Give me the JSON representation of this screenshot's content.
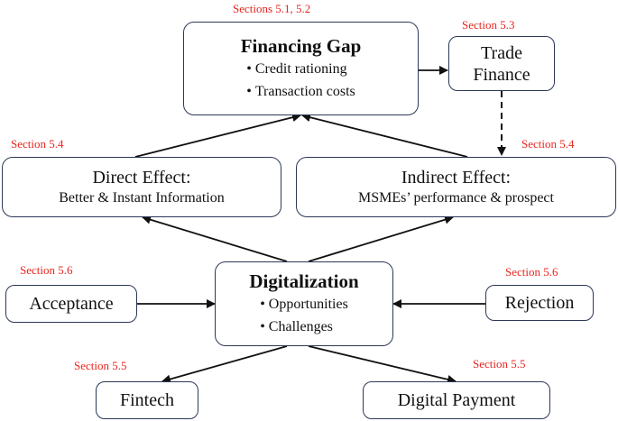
{
  "nodes": {
    "financing_gap": {
      "title": "Financing Gap",
      "items": [
        "Credit rationing",
        "Transaction costs"
      ],
      "section": "Sections 5.1, 5.2"
    },
    "trade_finance": {
      "title_line1": "Trade",
      "title_line2": "Finance",
      "section": "Section 5.3"
    },
    "direct_effect": {
      "title": "Direct Effect:",
      "subtitle": "Better & Instant Information",
      "section": "Section 5.4"
    },
    "indirect_effect": {
      "title": "Indirect Effect:",
      "subtitle": "MSMEs’ performance & prospect",
      "section": "Section 5.4"
    },
    "digitalization": {
      "title": "Digitalization",
      "items": [
        "Opportunities",
        "Challenges"
      ]
    },
    "acceptance": {
      "title": "Acceptance",
      "section": "Section 5.6"
    },
    "rejection": {
      "title": "Rejection",
      "section": "Section 5.6"
    },
    "fintech": {
      "title": "Fintech",
      "section": "Section 5.5"
    },
    "digital_payment": {
      "title": "Digital Payment",
      "section": "Section 5.5"
    }
  },
  "colors": {
    "box_border": "#2b3856",
    "arrow": "#111111",
    "section_label": "#e8251f"
  }
}
